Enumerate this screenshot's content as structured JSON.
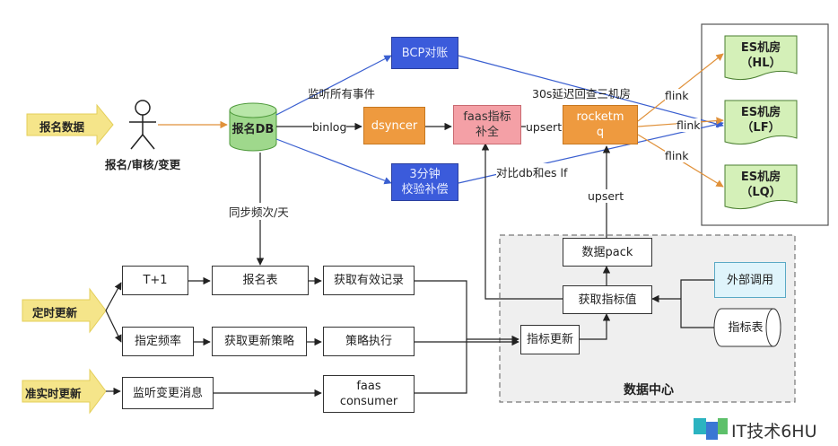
{
  "sources": {
    "signup_data": "报名数据",
    "scheduled_update": "定时更新",
    "realtime_update": "准实时更新"
  },
  "actor_label": "报名/审核/变更",
  "nodes": {
    "signup_db": "报名DB",
    "bcp": "BCP对账",
    "dsyncer": "dsyncer",
    "faas_fill": "faas指标\n补全",
    "rocketmq": "rocketm\nq",
    "check_fill": "3分钟\n校验补偿",
    "es_hl": "ES机房\n（HL）",
    "es_lf": "ES机房\n（LF）",
    "es_lq": "ES机房\n（LQ）",
    "t_plus_1": "T+1",
    "signup_table": "报名表",
    "get_valid_records": "获取有效记录",
    "specify_freq": "指定频率",
    "get_update_strategy": "获取更新策略",
    "strategy_exec": "策略执行",
    "listen_change": "监听变更消息",
    "faas_consumer": "faas\nconsumer",
    "data_pack": "数据pack",
    "get_metric": "获取指标值",
    "metric_update": "指标更新",
    "external_call": "外部调用",
    "metric_table": "指标表"
  },
  "edge_labels": {
    "listen_all": "监听所有事件",
    "binlog": "binlog",
    "delay_check": "30s延迟回查三机房",
    "upsert_mq": "upsert",
    "flink_1": "flink",
    "flink_2": "flink",
    "flink_3": "flink",
    "compare_db_es": "对比db和es lf",
    "sync_daily": "同步频次/天",
    "upsert_dc": "upsert"
  },
  "data_center_label": "数据中心",
  "watermark": "IT技术6HU",
  "colors": {
    "arrow_fill": "#f5e58a",
    "blue_node": "#3b5bdb",
    "orange_node": "#ee9a3f",
    "pink_node": "#f4a0a6",
    "green_node": "#d4f0b8",
    "db_node": "#9fd88c",
    "line_blue": "#4a6fd6",
    "line_orange": "#e29a4a"
  }
}
